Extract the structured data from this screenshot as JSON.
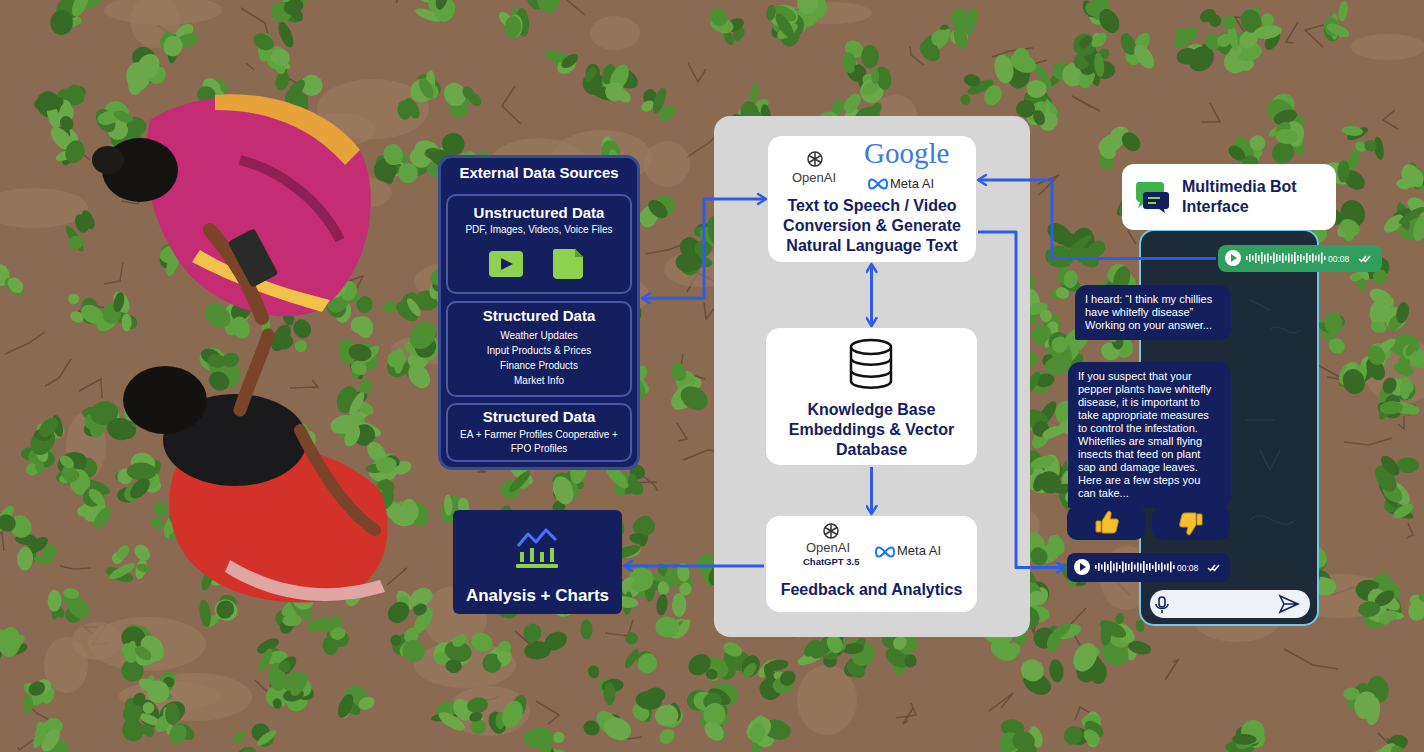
{
  "diagram": {
    "nodes": [
      {
        "text": [
          "External Data Sources"
        ]
      },
      {
        "text": [
          "Unstructured Data",
          "PDF, Images, Videos, Voice Files"
        ],
        "in": 0
      },
      {
        "text": [
          "Structured Data",
          "Weather Updates",
          "Input Products & Prices",
          "Finance Products",
          "Market Info"
        ],
        "in": 0
      },
      {
        "text": [
          "Structured Data",
          "EA + Farmer Profiles Cooperative + FPO Profiles"
        ],
        "in": 0
      },
      {
        "text": [
          "OpenAI",
          "Google",
          "Meta AI",
          "Text to Speech / Video Conversion & Generate Natural Language Text"
        ]
      },
      {
        "text": [
          "Knowledge Base Embeddings & Vector Database"
        ]
      },
      {
        "text": [
          "OpenAI",
          "ChatGPT 3.5",
          "Meta AI",
          "Feedback and Analytics"
        ]
      },
      {
        "text": [
          "Analysis + Charts"
        ]
      },
      {
        "text": [
          "Multimedia Bot Interface"
        ]
      },
      {
        "text": [
          "00:08"
        ]
      },
      {
        "text": [
          "I heard: “I think my chillies have whitefly disease”",
          "Working on your answer..."
        ]
      },
      {
        "text": [
          "If you suspect that your pepper plants have whitefly disease, it is important to take appropriate measures to control the infestation. Whiteflies are small flying insects that feed on plant sap and damage leaves. Here are a few steps you can take..."
        ]
      },
      {
        "text": [
          "00:08"
        ]
      }
    ],
    "edges": [
      {
        "from": 0,
        "to": 4,
        "arrow": "both"
      },
      {
        "from": 4,
        "to": 5,
        "arrow": "both"
      },
      {
        "from": 5,
        "to": 6,
        "arrow": "to"
      },
      {
        "from": 6,
        "to": 7,
        "arrow": "to"
      },
      {
        "from": 9,
        "to": 4,
        "arrow": "to"
      },
      {
        "from": 4,
        "to": 12,
        "arrow": "to"
      }
    ]
  }
}
